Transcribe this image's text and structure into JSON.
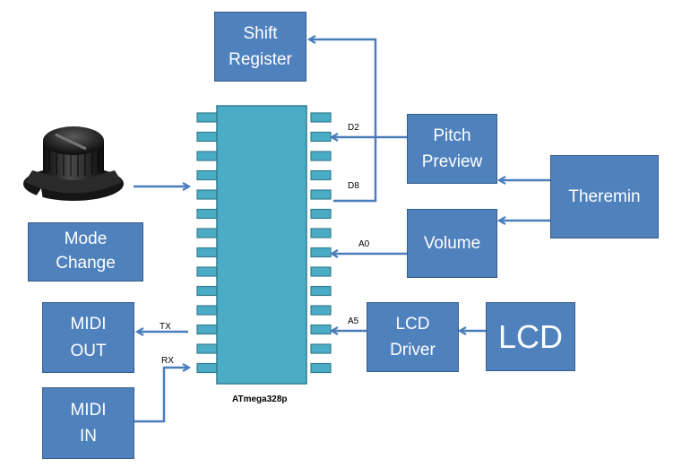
{
  "colors": {
    "box_fill": "#4f81bd",
    "box_border": "#385d8a",
    "chip_fill": "#4bacc6",
    "chip_border": "#357d91",
    "arrow": "#4a7ebb"
  },
  "blocks": {
    "shift_register": [
      "Shift",
      "Register"
    ],
    "pitch_preview": [
      "Pitch",
      "Preview"
    ],
    "theremin": [
      "Theremin"
    ],
    "volume": [
      "Volume"
    ],
    "mode_change": [
      "Mode",
      "Change"
    ],
    "midi_out": [
      "MIDI",
      "OUT"
    ],
    "midi_in": [
      "MIDI",
      "IN"
    ],
    "lcd_driver": [
      "LCD",
      "Driver"
    ],
    "lcd": [
      "LCD"
    ]
  },
  "chip": {
    "name": "ATmega328p",
    "pins_per_side": 14
  },
  "pin_labels": {
    "d2": "D2",
    "d8": "D8",
    "a0": "A0",
    "a5": "A5",
    "tx": "TX",
    "rx": "RX"
  },
  "icons": {
    "knob": "mode-knob-icon"
  }
}
